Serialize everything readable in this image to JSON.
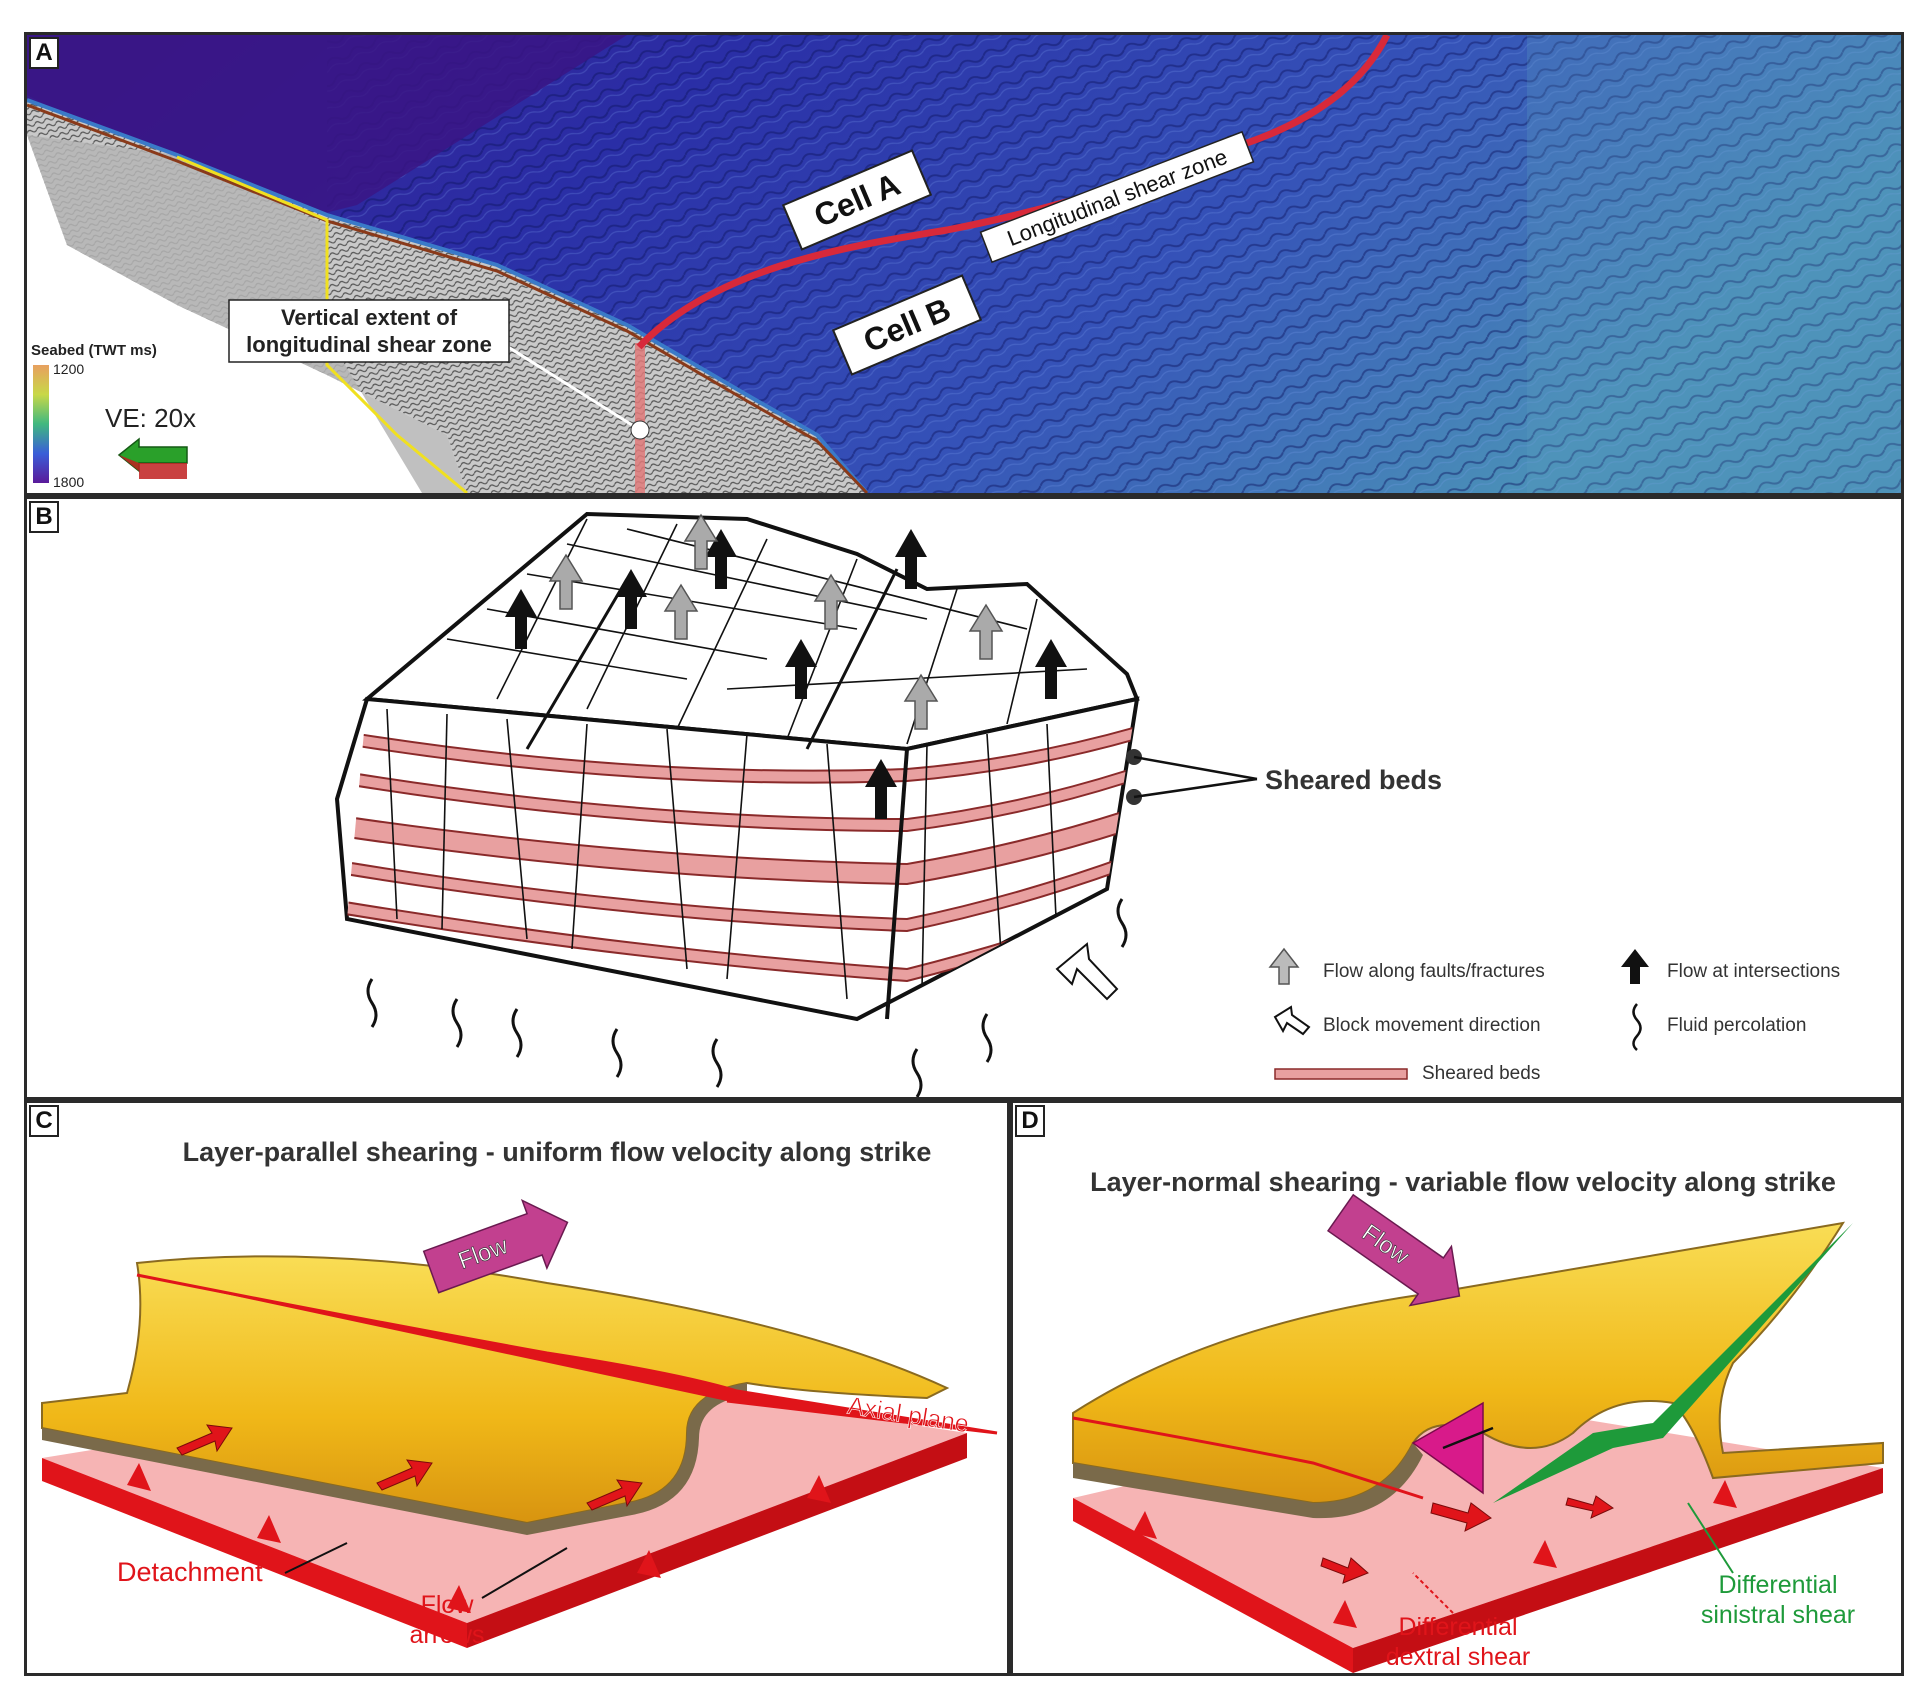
{
  "panels": {
    "a": {
      "label": "A",
      "cell_a": "Cell A",
      "cell_b": "Cell B",
      "shear_zone": "Longitudinal shear zone",
      "vertical_extent_line1": "Vertical extent of",
      "vertical_extent_line2": "longitudinal shear zone",
      "scale_title": "Seabed (TWT ms)",
      "scale_top": "1200",
      "scale_bottom": "1800",
      "ve": "VE: 20x"
    },
    "b": {
      "label": "B",
      "sheared_beds_callout": "Sheared beds",
      "legend": {
        "flow_faults": "Flow along faults/fractures",
        "flow_intersections": "Flow at intersections",
        "block_movement": "Block movement direction",
        "fluid_percolation": "Fluid percolation",
        "sheared_beds": "Sheared beds"
      }
    },
    "c": {
      "label": "C",
      "title": "Layer-parallel shearing - uniform flow velocity along strike",
      "flow": "Flow",
      "axial_plane": "Axial plane",
      "detachment": "Detachment",
      "flow_arrows_line1": "Flow",
      "flow_arrows_line2": "arrows"
    },
    "d": {
      "label": "D",
      "title": "Layer-normal shearing - variable flow velocity along strike",
      "flow": "Flow",
      "dextral_line1": "Differential",
      "dextral_line2": "dextral shear",
      "sinistral_line1": "Differential",
      "sinistral_line2": "sinistral shear"
    }
  },
  "colors": {
    "shear_red": "#d8293a",
    "detachment_red": "#e0141a",
    "fold_yellow": "#f2c11a",
    "sheared_bed_pink": "#e8a0a0",
    "flow_purple": "#c2408f",
    "sinistral_green": "#1e9a3a"
  }
}
